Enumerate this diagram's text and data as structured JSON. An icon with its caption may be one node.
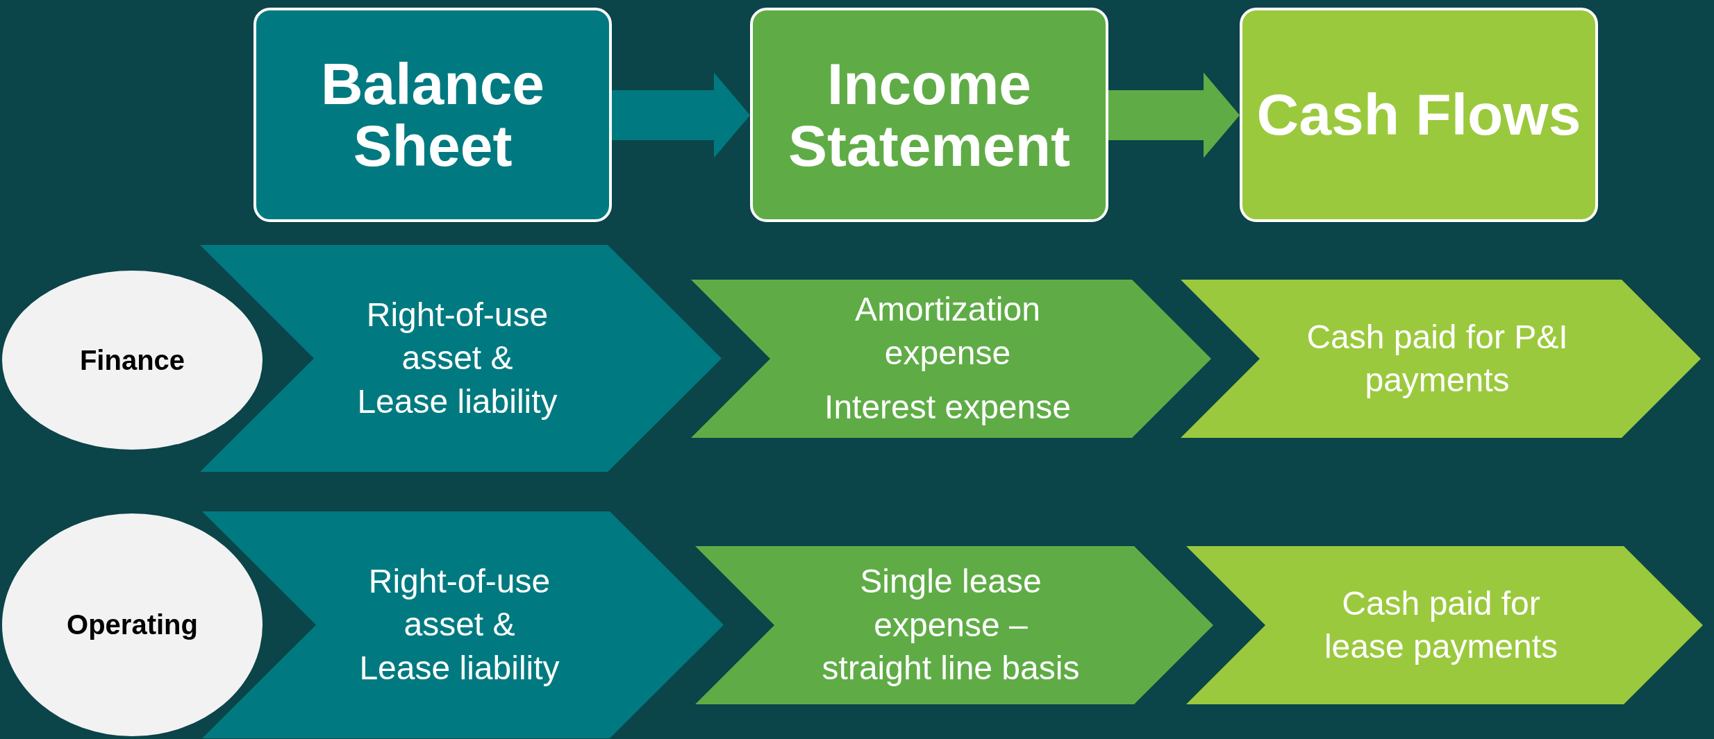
{
  "diagram": {
    "nodes": [
      {
        "text": [
          "Balance Sheet"
        ]
      },
      {
        "text": [
          "Income Statement"
        ]
      },
      {
        "text": [
          "Cash Flows"
        ]
      },
      {
        "text": [
          "Finance"
        ]
      },
      {
        "text": [
          "Right-of-use asset & Lease liability"
        ]
      },
      {
        "text": [
          "Amortization expense",
          "Interest expense"
        ]
      },
      {
        "text": [
          "Cash paid for P&I payments"
        ]
      },
      {
        "text": [
          "Operating"
        ]
      },
      {
        "text": [
          "Right-of-use asset & Lease liability"
        ]
      },
      {
        "text": [
          "Single lease expense – straight line basis"
        ]
      },
      {
        "text": [
          "Cash paid for lease payments"
        ]
      }
    ],
    "edges": [
      {
        "from": 0,
        "to": 1,
        "arrow": "to",
        "color": "#007a80"
      },
      {
        "from": 1,
        "to": 2,
        "arrow": "to",
        "color": "#5fac46"
      }
    ]
  }
}
